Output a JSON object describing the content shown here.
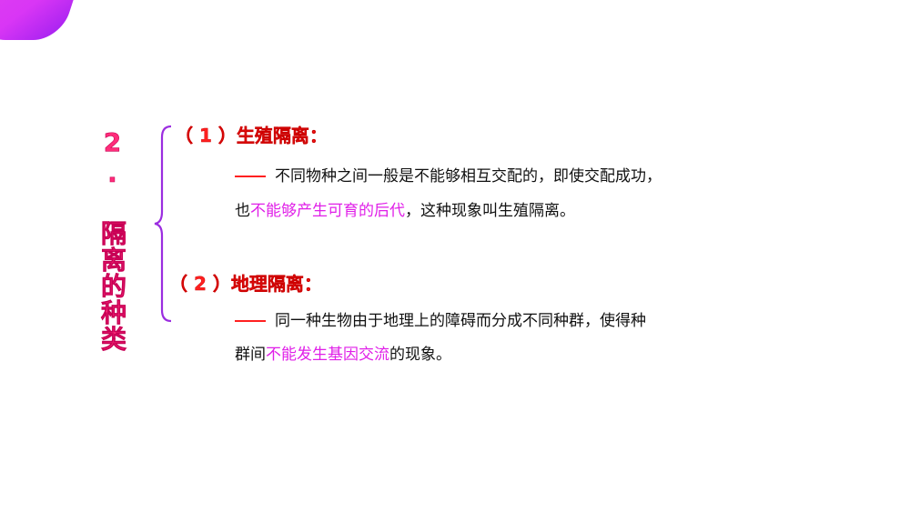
{
  "slide": {
    "vertical_title": "2. 隔离的种类",
    "sections": [
      {
        "heading": "（ 1 ）生殖隔离：",
        "line1": "不同物种之间一般是不能够相互交配的，即使交配成功，",
        "line2_pre": "也",
        "line2_highlight": "不能够产生可育的后代",
        "line2_post": "，这种现象叫生殖隔离。"
      },
      {
        "heading": "（ 2 ）地理隔离：",
        "line1": "同一种生物由于地理上的障碍而分成不同种群，使得种",
        "line2_pre": "群间",
        "line2_highlight": "不能发生基因交流",
        "line2_post": "的现象。"
      }
    ],
    "colors": {
      "title": "#ff2d7a",
      "heading": "#ff2020",
      "highlight": "#e020e8",
      "brace": "#9b2de0"
    }
  }
}
